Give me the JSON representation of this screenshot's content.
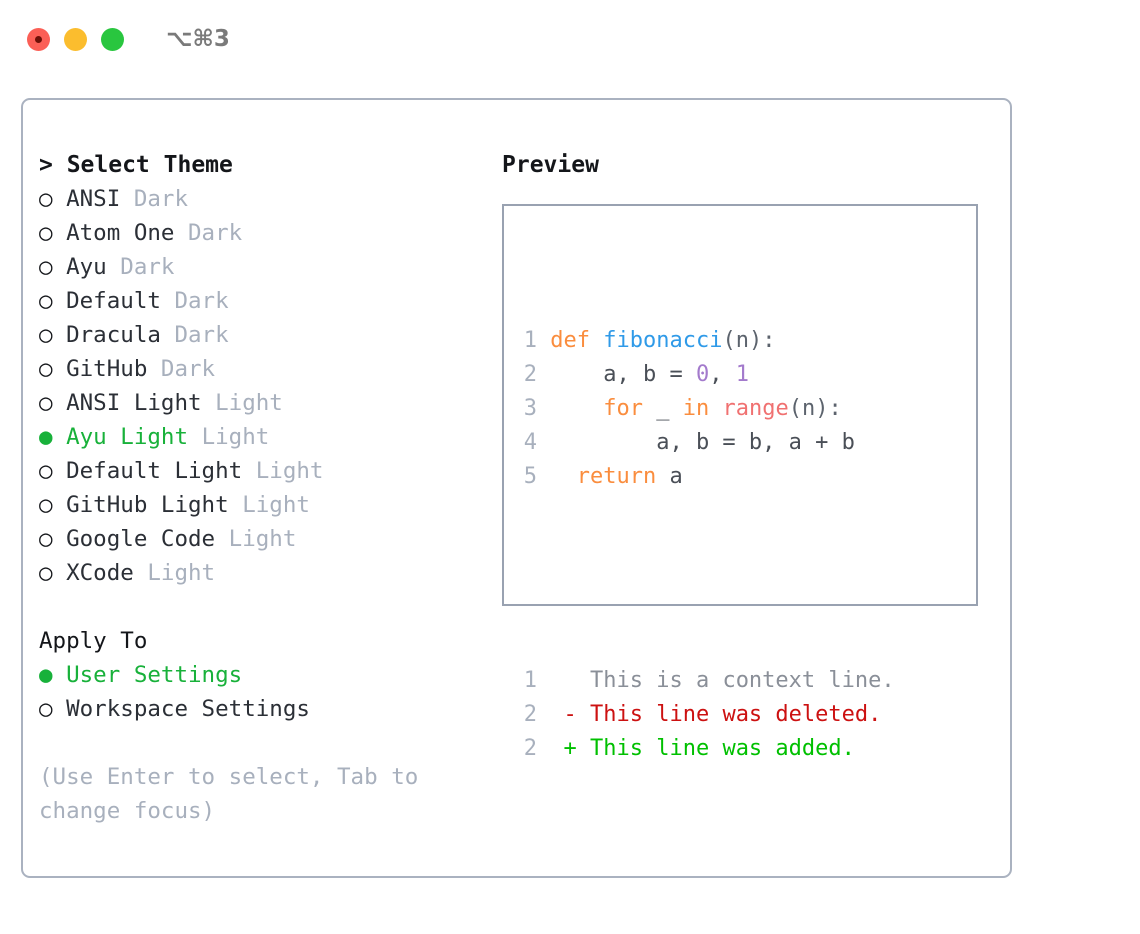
{
  "window": {
    "traffic_lights": [
      "close-red",
      "minimize-yellow",
      "maximize-green"
    ],
    "shortcut_label": "⌥⌘3"
  },
  "colors": {
    "accent_green": "#18b13a",
    "muted": "#a8b0bd",
    "border": "#aab2c0",
    "preview_border": "#99a2b1",
    "kw_orange": "#fa8d3e",
    "fn_blue": "#2f9ae8",
    "num_purple": "#a37acc",
    "call_red": "#f07171",
    "diff_deleted": "#cc1111",
    "diff_added": "#00c000",
    "traffic_red": "#FB5F56",
    "traffic_yellow": "#FBBD2E",
    "traffic_green": "#29C63F"
  },
  "theme_list": {
    "title": "> Select Theme",
    "items": [
      {
        "marker": "○",
        "label": "ANSI",
        "kind": "Dark",
        "selected": false
      },
      {
        "marker": "○",
        "label": "Atom One",
        "kind": "Dark",
        "selected": false
      },
      {
        "marker": "○",
        "label": "Ayu",
        "kind": "Dark",
        "selected": false
      },
      {
        "marker": "○",
        "label": "Default",
        "kind": "Dark",
        "selected": false
      },
      {
        "marker": "○",
        "label": "Dracula",
        "kind": "Dark",
        "selected": false
      },
      {
        "marker": "○",
        "label": "GitHub",
        "kind": "Dark",
        "selected": false
      },
      {
        "marker": "○",
        "label": "ANSI Light",
        "kind": "Light",
        "selected": false
      },
      {
        "marker": "●",
        "label": "Ayu Light",
        "kind": "Light",
        "selected": true
      },
      {
        "marker": "○",
        "label": "Default Light",
        "kind": "Light",
        "selected": false
      },
      {
        "marker": "○",
        "label": "GitHub Light",
        "kind": "Light",
        "selected": false
      },
      {
        "marker": "○",
        "label": "Google Code",
        "kind": "Light",
        "selected": false
      },
      {
        "marker": "○",
        "label": "XCode",
        "kind": "Light",
        "selected": false
      }
    ]
  },
  "apply_to": {
    "title": "Apply To",
    "items": [
      {
        "marker": "●",
        "label": "User Settings",
        "selected": true
      },
      {
        "marker": "○",
        "label": "Workspace Settings",
        "selected": false
      }
    ]
  },
  "hint": "(Use Enter to select, Tab to change focus)",
  "preview": {
    "title": "Preview",
    "code_lines": [
      {
        "num": "1",
        "tokens": [
          {
            "t": "def",
            "c": "kw"
          },
          {
            "t": " ",
            "c": "plain"
          },
          {
            "t": "fibonacci",
            "c": "fn"
          },
          {
            "t": "(n):",
            "c": "punct"
          }
        ]
      },
      {
        "num": "2",
        "tokens": [
          {
            "t": "    a, b = ",
            "c": "plain"
          },
          {
            "t": "0",
            "c": "num"
          },
          {
            "t": ", ",
            "c": "plain"
          },
          {
            "t": "1",
            "c": "num"
          }
        ]
      },
      {
        "num": "3",
        "tokens": [
          {
            "t": "    ",
            "c": "plain"
          },
          {
            "t": "for",
            "c": "kw"
          },
          {
            "t": " _ ",
            "c": "plain"
          },
          {
            "t": "in",
            "c": "kw"
          },
          {
            "t": " ",
            "c": "plain"
          },
          {
            "t": "range",
            "c": "call"
          },
          {
            "t": "(n):",
            "c": "punct"
          }
        ]
      },
      {
        "num": "4",
        "tokens": [
          {
            "t": "        a, b = b, a + b",
            "c": "plain"
          }
        ]
      },
      {
        "num": "5",
        "tokens": [
          {
            "t": "  ",
            "c": "plain"
          },
          {
            "t": "return",
            "c": "kw"
          },
          {
            "t": " a",
            "c": "plain"
          }
        ]
      }
    ],
    "diff_lines": [
      {
        "num": "1",
        "sign": " ",
        "text": " This is a context line.",
        "kind": "context"
      },
      {
        "num": "2",
        "sign": "-",
        "text": " This line was deleted.",
        "kind": "deleted"
      },
      {
        "num": "2",
        "sign": "+",
        "text": " This line was added.",
        "kind": "added"
      }
    ]
  }
}
